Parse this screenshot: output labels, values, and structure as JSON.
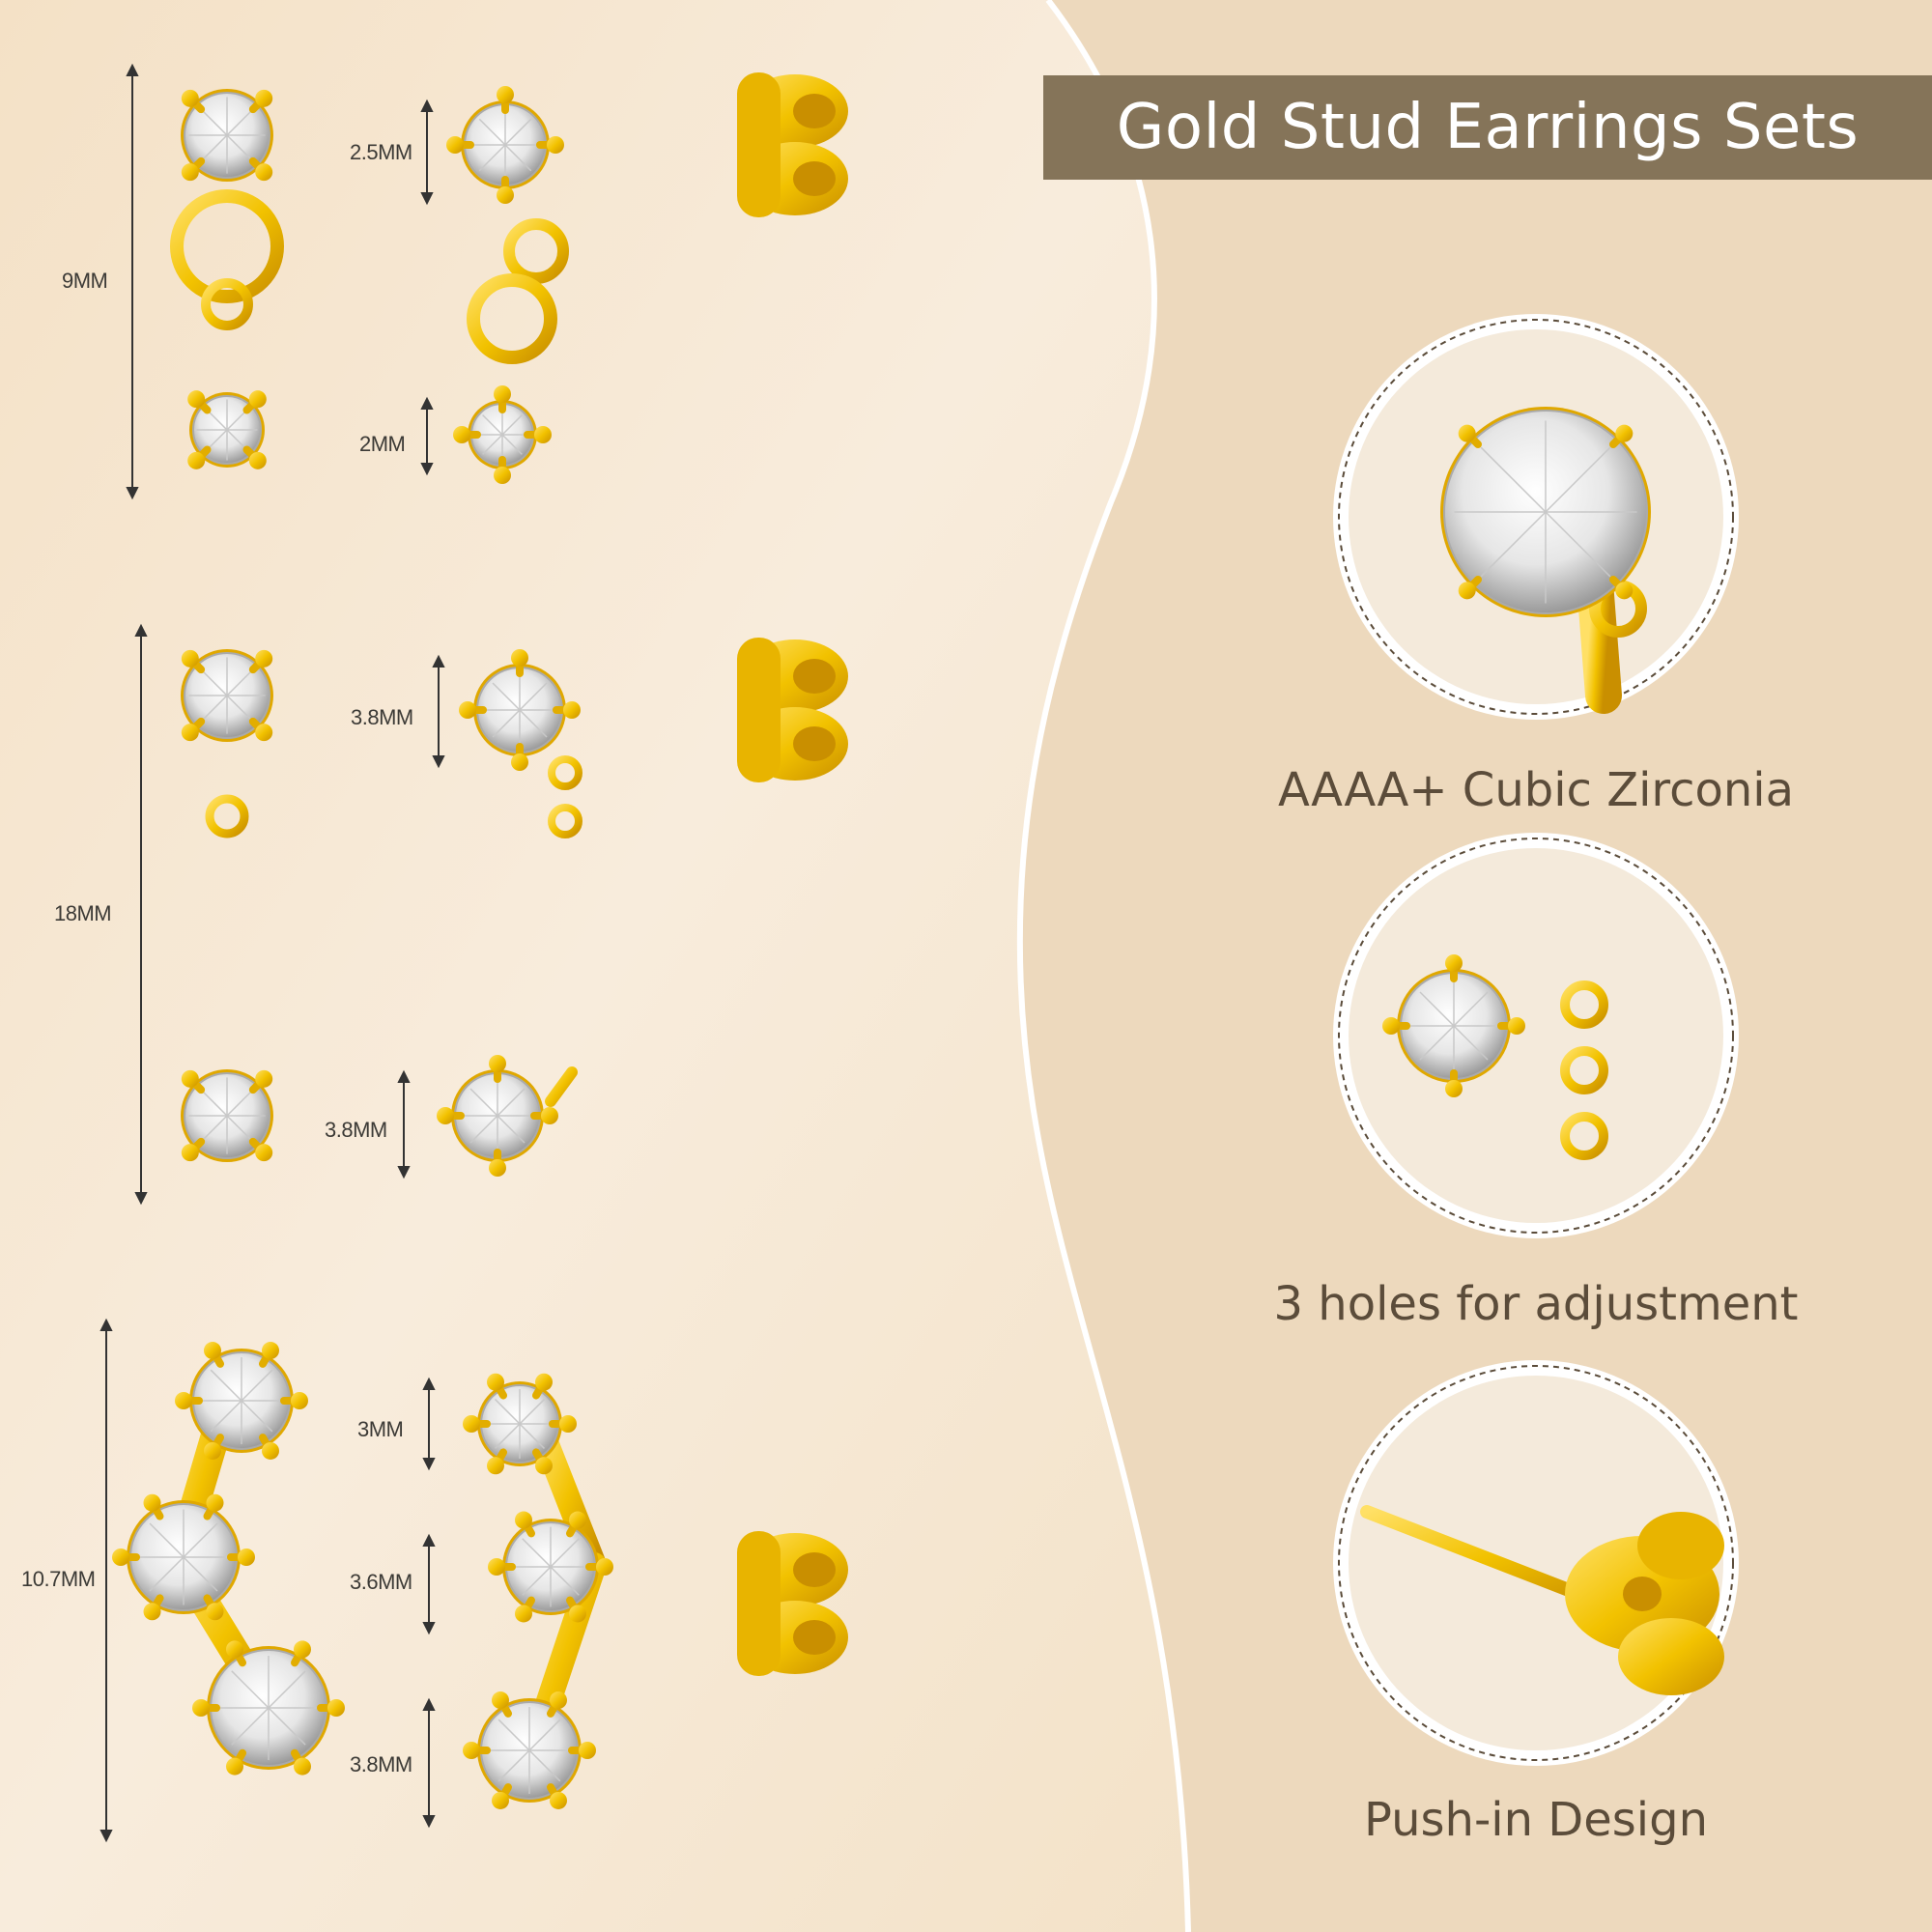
{
  "title": "Gold Stud Earrings Sets",
  "features": [
    {
      "label": "AAAA+ Cubic Zirconia",
      "icon": "cubic-zirconia-closeup-icon"
    },
    {
      "label": "3 holes for adjustment",
      "icon": "adjustment-holes-closeup-icon"
    },
    {
      "label": "Push-in Design",
      "icon": "push-back-closeup-icon"
    }
  ],
  "earrings": [
    {
      "overall_length": "9MM",
      "stones": [
        "2.5MM",
        "2MM"
      ]
    },
    {
      "overall_length": "18MM",
      "stones": [
        "3.8MM",
        "3.8MM"
      ]
    },
    {
      "overall_length": "10.7MM",
      "stones": [
        "3MM",
        "3.6MM",
        "3.8MM"
      ]
    }
  ],
  "colors": {
    "background_left": "#f6e9d6",
    "background_right": "#eedcc2",
    "banner": "#857459",
    "gold": "#f2c200",
    "gold_dark": "#c98f00",
    "text": "#5b4c3a"
  }
}
